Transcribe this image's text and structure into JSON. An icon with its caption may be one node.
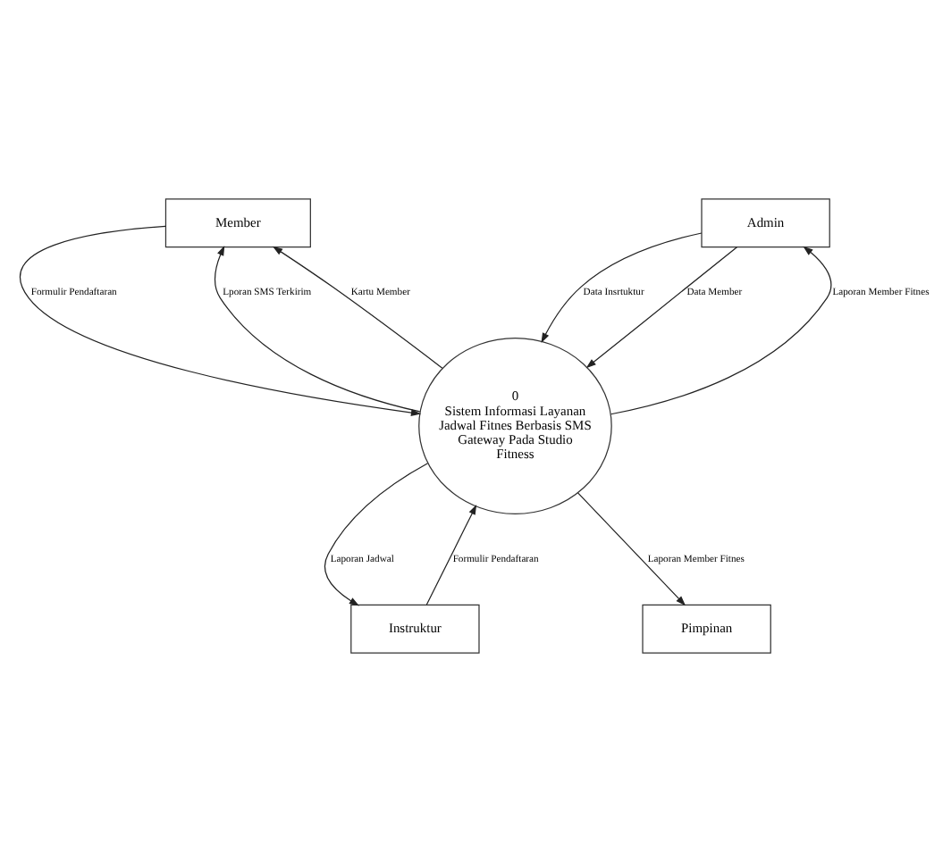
{
  "diagram": {
    "nodes": [
      {
        "text": [
          "Member"
        ]
      },
      {
        "text": [
          "Admin"
        ]
      },
      {
        "text": [
          "0",
          "Sistem Informasi Layanan Jadwal Fitnes Berbasis SMS Gateway Pada Studio Fitness"
        ]
      },
      {
        "text": [
          "Instruktur"
        ]
      },
      {
        "text": [
          "Pimpinan"
        ]
      }
    ],
    "edges": [
      {
        "from": 0,
        "to": 2,
        "arrow": "to",
        "label": "Formulir Pendaftaran"
      },
      {
        "from": 2,
        "to": 0,
        "arrow": "to",
        "label": "Lporan SMS Terkirim"
      },
      {
        "from": 2,
        "to": 0,
        "arrow": "to",
        "label": "Kartu Member"
      },
      {
        "from": 2,
        "to": 1,
        "arrow": "to",
        "label": "Laporan Member Fitnes"
      },
      {
        "from": 1,
        "to": 2,
        "arrow": "to",
        "label": "Data Insrtuktur"
      },
      {
        "from": 1,
        "to": 2,
        "arrow": "to",
        "label": "Data Member"
      },
      {
        "from": 2,
        "to": 3,
        "arrow": "to",
        "label": "Laporan Jadwal"
      },
      {
        "from": 3,
        "to": 2,
        "arrow": "to",
        "label": "Formulir Pendaftaran"
      },
      {
        "from": 2,
        "to": 4,
        "arrow": "to",
        "label": "Laporan Member Fitnes"
      }
    ]
  }
}
